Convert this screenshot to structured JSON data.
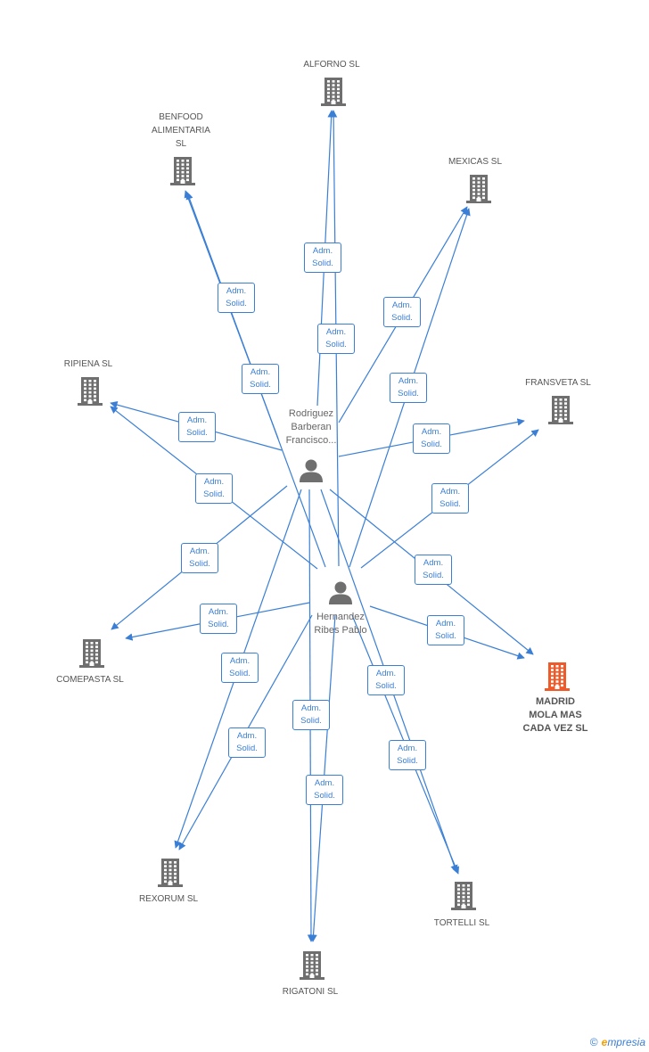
{
  "colors": {
    "edge": "#3a7fd5",
    "company_icon": "#6f6f6f",
    "company_icon_focus": "#f05a28",
    "person_icon": "#6f6f6f",
    "badge_border": "#3a7fd5"
  },
  "edge_label_line1": "Adm.",
  "edge_label_line2": "Solid.",
  "persons": [
    {
      "id": "p1",
      "name": "Rodriguez\nBarberan\nFrancisco...",
      "icon": "person-icon"
    },
    {
      "id": "p2",
      "name": "Hernandez\nRibes Pablo",
      "icon": "person-icon"
    }
  ],
  "companies": [
    {
      "id": "alforno",
      "name": "ALFORNO SL",
      "icon": "building-icon"
    },
    {
      "id": "benfood",
      "name": "BENFOOD\nALIMENTARIA\nSL",
      "icon": "building-icon"
    },
    {
      "id": "mexicas",
      "name": "MEXICAS SL",
      "icon": "building-icon"
    },
    {
      "id": "ripiena",
      "name": "RIPIENA SL",
      "icon": "building-icon"
    },
    {
      "id": "fransveta",
      "name": "FRANSVETA SL",
      "icon": "building-icon"
    },
    {
      "id": "comepasta",
      "name": "COMEPASTA SL",
      "icon": "building-icon"
    },
    {
      "id": "madrid",
      "name": "MADRID\nMOLA MAS\nCADA VEZ SL",
      "icon": "building-icon",
      "focus": true
    },
    {
      "id": "rexorum",
      "name": "REXORUM SL",
      "icon": "building-icon"
    },
    {
      "id": "tortelli",
      "name": "TORTELLI SL",
      "icon": "building-icon"
    },
    {
      "id": "rigatoni",
      "name": "RIGATONI SL",
      "icon": "building-icon"
    }
  ],
  "footer": {
    "copyright": "©",
    "brand_initial": "e",
    "brand_rest": "mpresia"
  }
}
